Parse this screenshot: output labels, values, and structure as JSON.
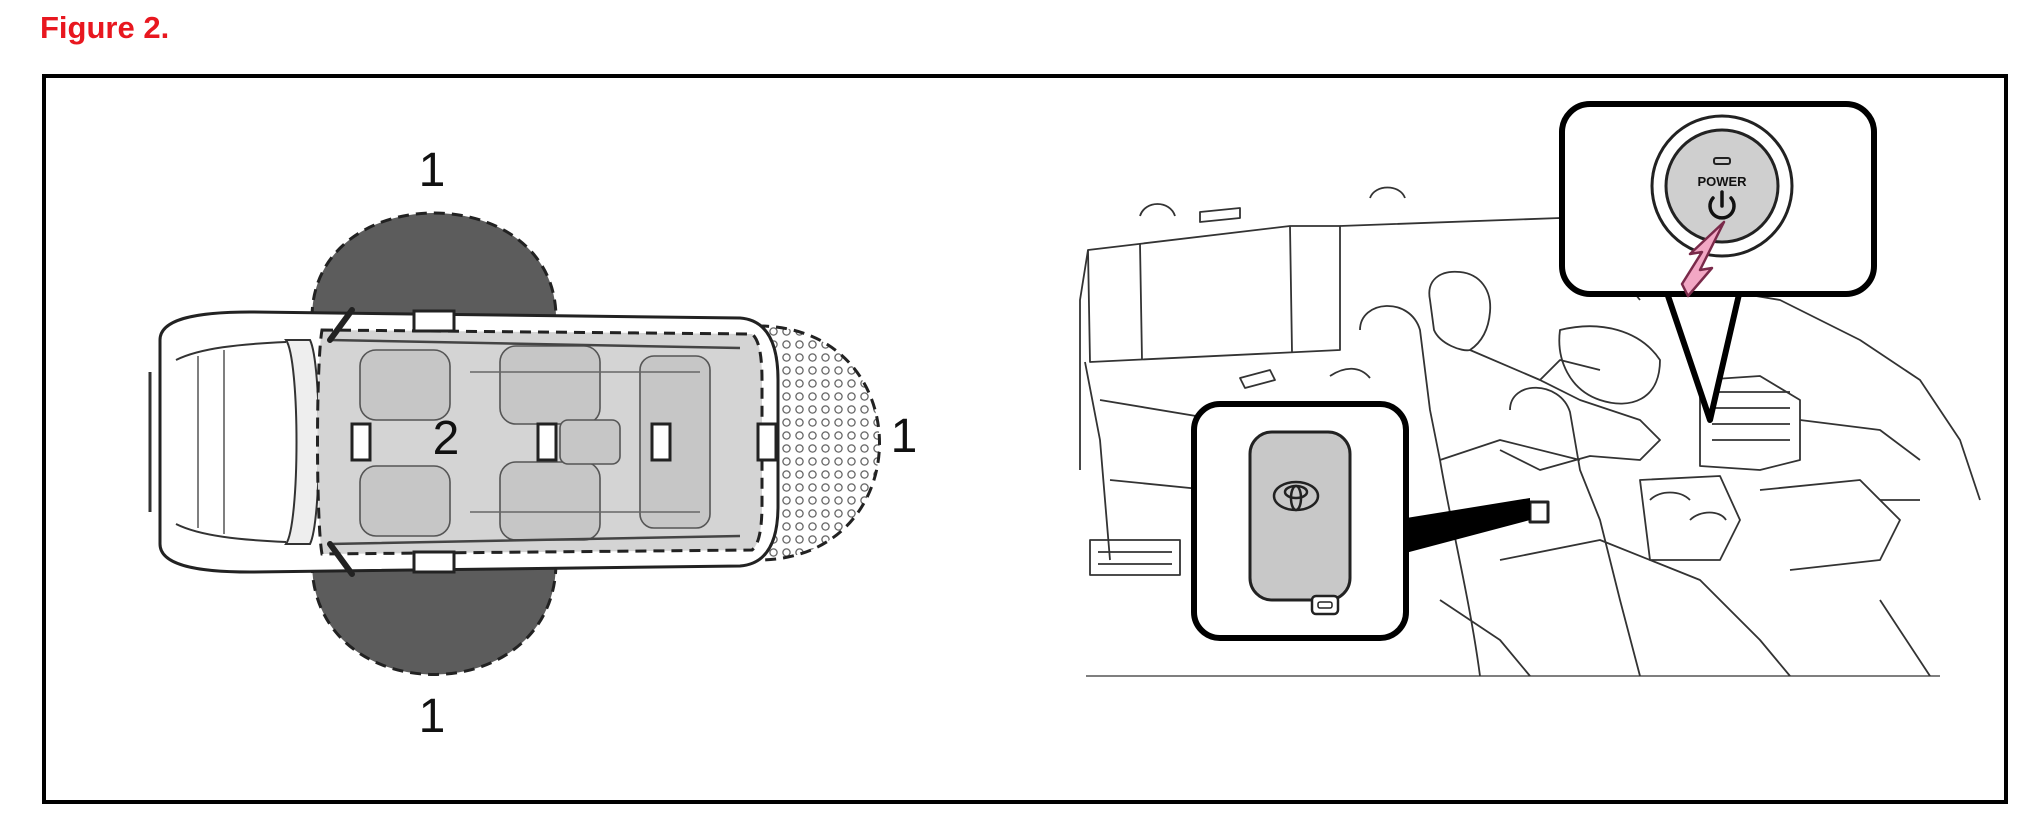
{
  "figure": {
    "title": "Figure 2."
  },
  "car_diagram": {
    "zone_label_side_top": "1",
    "zone_label_side_bottom": "1",
    "zone_label_rear": "1",
    "zone_label_cabin": "2"
  },
  "interior_illustration": {
    "button_text": "POWER",
    "power_symbol": "⏻"
  },
  "colors": {
    "title": "#e8171f",
    "zone_dark": "#5c5c5c",
    "cabin": "#d4d4d4",
    "key_fob": "#c8c8c8",
    "arrow": "#f2a7c4"
  }
}
